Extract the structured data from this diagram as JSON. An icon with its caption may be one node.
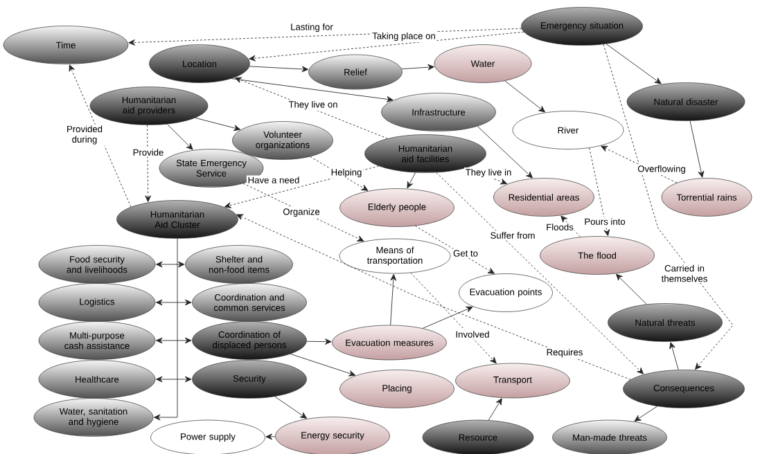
{
  "diagram": {
    "nodes": [
      {
        "text": [
          "Time"
        ]
      },
      {
        "text": [
          "Emergency situation"
        ]
      },
      {
        "text": [
          "Location"
        ]
      },
      {
        "text": [
          "Relief"
        ]
      },
      {
        "text": [
          "Water"
        ]
      },
      {
        "text": [
          "Humanitarian aid providers"
        ]
      },
      {
        "text": [
          "Infrastructure"
        ]
      },
      {
        "text": [
          "Natural disaster"
        ]
      },
      {
        "text": [
          "River"
        ]
      },
      {
        "text": [
          "Volunteer organizations"
        ]
      },
      {
        "text": [
          "Humanitarian aid facilities"
        ]
      },
      {
        "text": [
          "State Emergency Service"
        ]
      },
      {
        "text": [
          "Humanitarian Aid Cluster"
        ]
      },
      {
        "text": [
          "Elderly people"
        ]
      },
      {
        "text": [
          "Residential areas"
        ]
      },
      {
        "text": [
          "Torrential rains"
        ]
      },
      {
        "text": [
          "Means of transportation"
        ]
      },
      {
        "text": [
          "The flood"
        ]
      },
      {
        "text": [
          "Food security and livelihoods"
        ]
      },
      {
        "text": [
          "Shelter and non-food items"
        ]
      },
      {
        "text": [
          "Logistics"
        ]
      },
      {
        "text": [
          "Coordination and common services"
        ]
      },
      {
        "text": [
          "Evacuation points"
        ]
      },
      {
        "text": [
          "Natural threats"
        ]
      },
      {
        "text": [
          "Multi-purpose cash assistance"
        ]
      },
      {
        "text": [
          "Coordination of displaced persons"
        ]
      },
      {
        "text": [
          "Evacuation measures"
        ]
      },
      {
        "text": [
          "Healthcare"
        ]
      },
      {
        "text": [
          "Security"
        ]
      },
      {
        "text": [
          "Placing"
        ]
      },
      {
        "text": [
          "Transport"
        ]
      },
      {
        "text": [
          "Consequences"
        ]
      },
      {
        "text": [
          "Water, sanitation and hygiene"
        ]
      },
      {
        "text": [
          "Power supply"
        ]
      },
      {
        "text": [
          "Energy security"
        ]
      },
      {
        "text": [
          "Resource"
        ]
      },
      {
        "text": [
          "Man-made threats"
        ]
      }
    ],
    "edges": [
      {
        "from": 1,
        "to": 0,
        "arrow": "to",
        "label": "Lasting for",
        "style": "dashed"
      },
      {
        "from": 1,
        "to": 2,
        "arrow": "to",
        "label": "Taking place on",
        "style": "dashed"
      },
      {
        "from": 1,
        "to": 7,
        "arrow": "to"
      },
      {
        "from": 2,
        "to": 3,
        "arrow": "to"
      },
      {
        "from": 2,
        "to": 6,
        "arrow": "to"
      },
      {
        "from": 3,
        "to": 4,
        "arrow": "to"
      },
      {
        "from": 4,
        "to": 8,
        "arrow": "to"
      },
      {
        "from": 5,
        "to": 9,
        "arrow": "to"
      },
      {
        "from": 5,
        "to": 11,
        "arrow": "to"
      },
      {
        "from": 5,
        "to": 12,
        "arrow": "to",
        "label": "Provide",
        "style": "dashed"
      },
      {
        "from": 12,
        "to": 0,
        "arrow": "to",
        "label": "Provided during",
        "style": "dashed"
      },
      {
        "from": 10,
        "to": 2,
        "arrow": "to",
        "label": "They live on",
        "style": "dashed"
      },
      {
        "from": 10,
        "to": 12,
        "arrow": "to",
        "label": "Have a need",
        "style": "dashed"
      },
      {
        "from": 10,
        "to": 13,
        "arrow": "to"
      },
      {
        "from": 10,
        "to": 14,
        "arrow": "to",
        "label": "They live in",
        "style": "dashed"
      },
      {
        "from": 6,
        "to": 14,
        "arrow": "to"
      },
      {
        "from": 9,
        "to": 13,
        "arrow": "to",
        "label": "Helping",
        "style": "dashed"
      },
      {
        "from": 11,
        "to": 16,
        "arrow": "to",
        "label": "Organize",
        "style": "dashed"
      },
      {
        "from": 10,
        "to": 31,
        "arrow": "to",
        "label": "Suffer from",
        "style": "dashed"
      },
      {
        "from": 13,
        "to": 22,
        "arrow": "to",
        "label": "Get to",
        "style": "dashed"
      },
      {
        "from": 7,
        "to": 15,
        "arrow": "to"
      },
      {
        "from": 15,
        "to": 8,
        "arrow": "to",
        "label": "Overflowing",
        "style": "dashed"
      },
      {
        "from": 8,
        "to": 17,
        "arrow": "to",
        "label": "Pours into",
        "style": "dashed"
      },
      {
        "from": 17,
        "to": 14,
        "arrow": "to",
        "label": "Floods",
        "style": "dashed"
      },
      {
        "from": 1,
        "to": 31,
        "arrow": "to",
        "label": "Carried in themselves",
        "style": "dashed"
      },
      {
        "from": 31,
        "to": 23,
        "arrow": "to"
      },
      {
        "from": 23,
        "to": 17,
        "arrow": "to"
      },
      {
        "from": 31,
        "to": 36,
        "arrow": "to"
      },
      {
        "from": 31,
        "to": 12,
        "arrow": "to",
        "label": "Requires",
        "style": "dashed"
      },
      {
        "from": 16,
        "to": 30,
        "arrow": "to",
        "label": "Involved",
        "style": "dashed"
      },
      {
        "from": 26,
        "to": 16,
        "arrow": "to"
      },
      {
        "from": 26,
        "to": 22,
        "arrow": "to"
      },
      {
        "from": 25,
        "to": 26,
        "arrow": "to"
      },
      {
        "from": 25,
        "to": 29,
        "arrow": "to"
      },
      {
        "from": 28,
        "to": 34,
        "arrow": "to"
      },
      {
        "from": 34,
        "to": 33,
        "arrow": "to"
      },
      {
        "from": 35,
        "to": 30,
        "arrow": "to"
      },
      {
        "from": 18,
        "to": 19,
        "arrow": "both"
      },
      {
        "from": 20,
        "to": 21,
        "arrow": "both"
      },
      {
        "from": 24,
        "to": 25,
        "arrow": "both"
      },
      {
        "from": 27,
        "to": 28,
        "arrow": "both"
      },
      {
        "from": 12,
        "to": 32,
        "arrow": "to"
      }
    ]
  }
}
